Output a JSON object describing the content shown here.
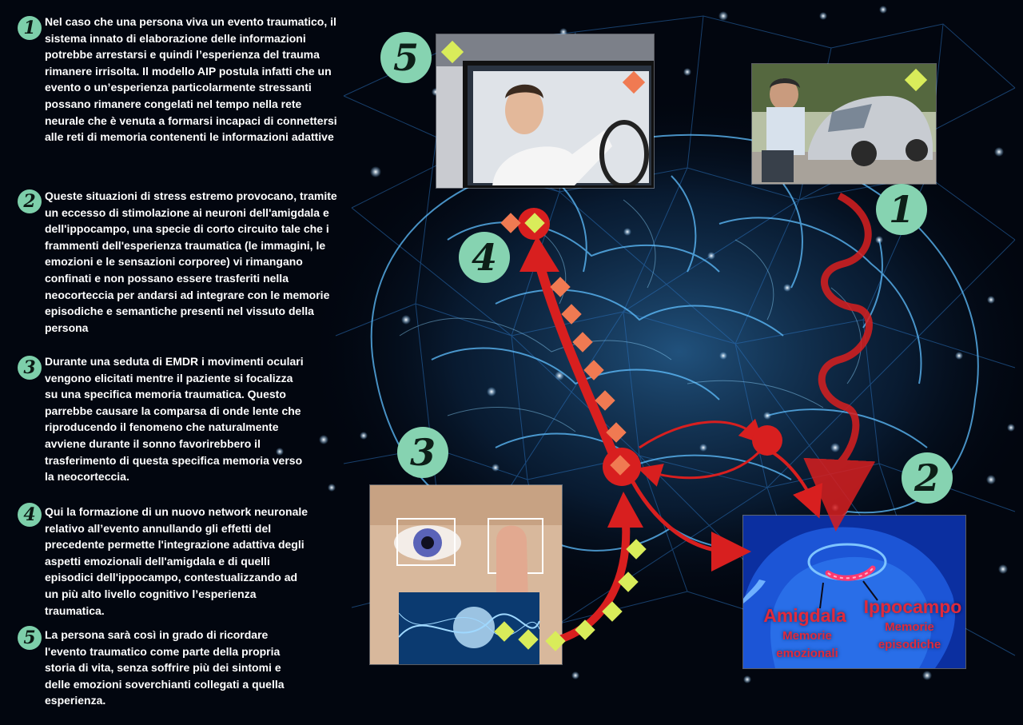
{
  "steps": [
    {
      "number": "1",
      "text": "Nel caso che una persona viva un evento traumatico, il sistema innato di elaborazione delle informazioni potrebbe arrestarsi e quindi l’esperienza del trauma rimanere irrisolta. Il modello AIP postula infatti che un evento o un’esperienza particolarmente stressanti possano rimanere congelati nel tempo nella rete neurale che è venuta a formarsi incapaci di connettersi alle reti di memoria contenenti le informazioni adattive"
    },
    {
      "number": "2",
      "text": "Queste situazioni di stress estremo provocano, tramite un eccesso di stimolazione ai neuroni dell'amigdala e dell'ippocampo, una specie di corto circuito tale che i frammenti dell'esperienza traumatica (le immagini, le emozioni e le sensazioni corporee) vi rimangano confinati e non possano essere trasferiti nella neocorteccia per andarsi ad integrare con le memorie episodiche e semantiche presenti nel vissuto della persona"
    },
    {
      "number": "3",
      "text": "Durante una seduta di EMDR i movimenti oculari vengono elicitati mentre il paziente si focalizza su una specifica memoria traumatica. Questo parrebbe causare la comparsa di onde lente che riproducendo il fenomeno che naturalmente avviene durante il sonno favorirebbero il trasferimento di questa specifica memoria verso la neocorteccia."
    },
    {
      "number": "4",
      "text": "Qui la formazione di un nuovo network neuronale relativo all’evento annullando gli effetti del precedente permette l'integrazione adattiva degli aspetti emozionali dell'amigdala e di quelli episodici dell'ippocampo, contestualizzando ad un più alto livello cognitivo l’esperienza traumatica."
    },
    {
      "number": "5",
      "text": "La persona sarà così in grado di ricordare l'evento traumatico come parte della propria storia di vita, senza soffrire più dei sintomi e delle emozioni soverchianti collegati a quella esperienza."
    }
  ],
  "diagram_markers": [
    "1",
    "2",
    "3",
    "4",
    "5"
  ],
  "brain_labels": {
    "amigdala": "Amigdala",
    "amigdala_sub": "Memorie emozionali",
    "ippocampo": "Ippocampo",
    "ippocampo_sub": "Memorie episodiche"
  },
  "colors": {
    "background": "#02060f",
    "badge": "#86d3b1",
    "arrow_red": "#d81f1f",
    "marker_orange": "#f07a52",
    "marker_yellow": "#d9ec5a",
    "brain_blue": "#4fb3ff",
    "label_red": "#e02a3c"
  }
}
